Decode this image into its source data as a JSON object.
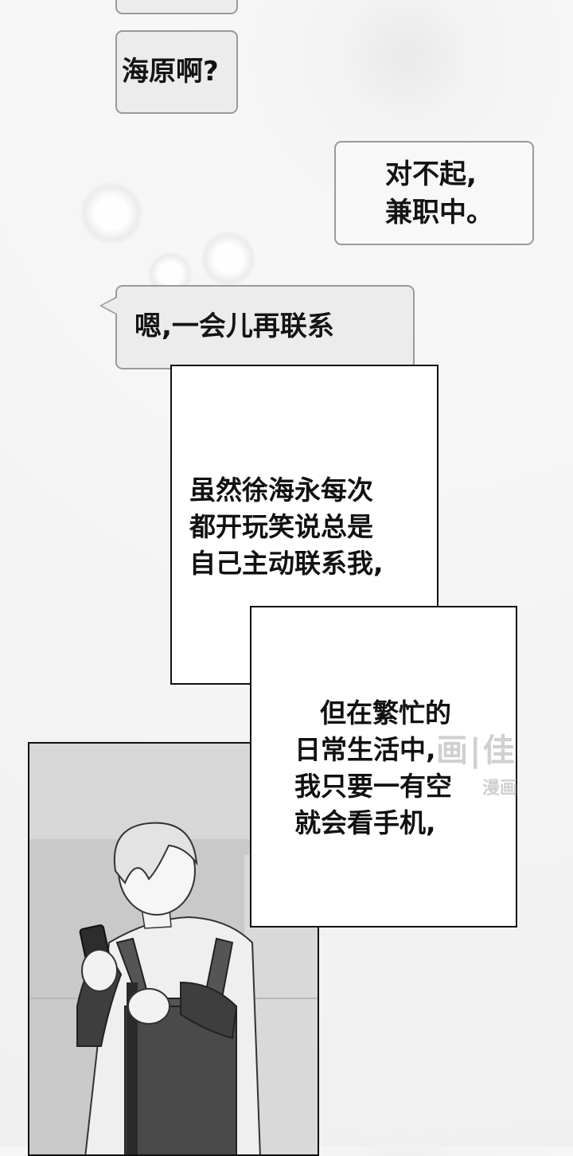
{
  "chat": {
    "bubble_top_partial": "",
    "bubble_1": "海原啊?",
    "bubble_2_line1": "对不起,",
    "bubble_2_line2": "兼职中。",
    "bubble_3": "嗯,一会儿再联系"
  },
  "narration": {
    "box1": [
      "虽然徐海永每次",
      "都开玩笑说总是",
      "自己主动联系我,"
    ],
    "box2": [
      "但在繁忙的",
      "日常生活中,",
      "我只要一有空",
      "就会看手机,"
    ]
  },
  "watermark": {
    "logo": "画|佳",
    "text": "漫画"
  }
}
